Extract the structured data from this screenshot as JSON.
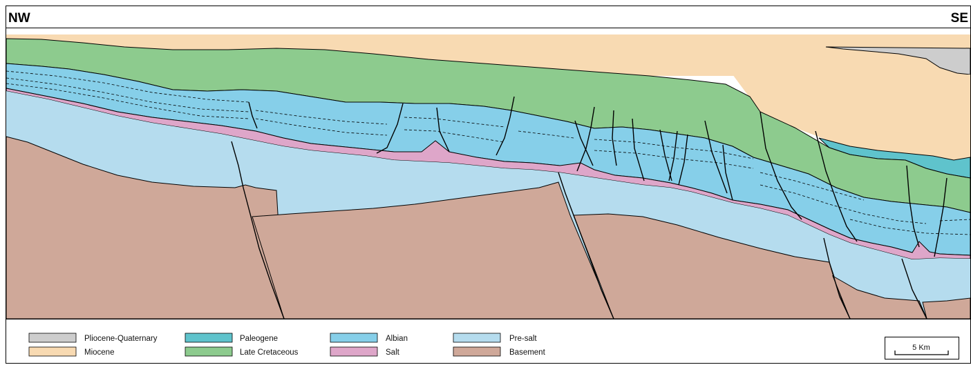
{
  "section": {
    "orientation_left": "NW",
    "orientation_right": "SE"
  },
  "legend": {
    "items": [
      {
        "label": "Pliocene-Quaternary",
        "color": "#cdcdcd"
      },
      {
        "label": "Miocene",
        "color": "#f8dab2"
      },
      {
        "label": "Paleogene",
        "color": "#5fc3cc"
      },
      {
        "label": "Late Cretaceous",
        "color": "#8dcb8e"
      },
      {
        "label": "Albian",
        "color": "#86cfe9"
      },
      {
        "label": "Salt",
        "color": "#dea6c9"
      },
      {
        "label": "Pre-salt",
        "color": "#b5dcee"
      },
      {
        "label": "Basement",
        "color": "#cfa899"
      }
    ]
  },
  "scale_bar": {
    "label": "5 Km"
  }
}
